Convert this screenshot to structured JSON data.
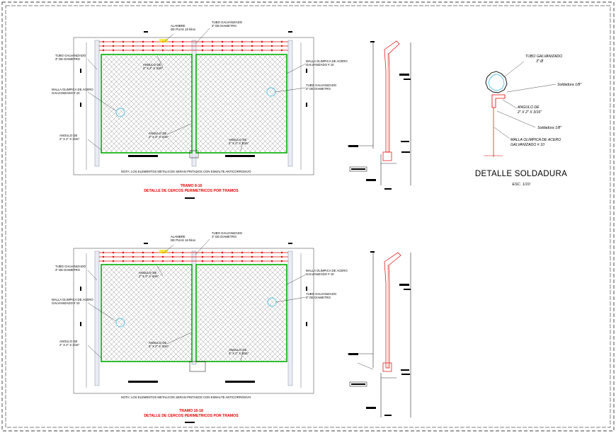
{
  "drawing": {
    "notes": {
      "note_top": "NOTA: LOS ELEMENTOS METALICOS SERAN PINTADOS CON ESMALTE ANTICORROSIVO",
      "note_bottom": "NOTA: LOS ELEMENTOS METALICOS SERAN PINTADOS CON ESMALTE ANTICORROSIVO"
    },
    "section_top": {
      "title_line1": "TRAMO 8-16",
      "title_line2": "DETALLE DE CERCOS PERIMETRICOS POR TRAMOS"
    },
    "section_bottom": {
      "title_line1": "TRAMO 16-18",
      "title_line2": "DETALLE DE CERCOS PERIMETRICOS POR TRAMOS"
    },
    "fence_labels": {
      "alambre": [
        "ALAMBRE",
        "DE PUAS 16 hilos"
      ],
      "tubo_center": [
        "TUBO GALVANIZADO",
        "3\" DE DIAMETRO"
      ],
      "tubo_left": [
        "TUBO GALVANIZADO",
        "3\" DE DIAMETRO"
      ],
      "malla_left": [
        "MALLA OLIMPICA DE ACERO",
        "GALVANIZADO # 10"
      ],
      "angulo_left": [
        "ANGULO DE",
        "2\" X 2\" X 3/16\""
      ],
      "angulo_top": [
        "ANGULO DE",
        "2\" X 2\" X 3/16\""
      ],
      "angulo_mid": [
        "ANGULO DE",
        "2\" X 2\" X 3/16\""
      ],
      "angulo_bottom": [
        "ANGULO DE",
        "2\" X 2\" X 3/16\""
      ],
      "malla_right": [
        "MALLA OLIMPICA DE ACERO",
        "GALVANIZADO # 10"
      ],
      "tubo_right": [
        "TUBO GALVANIZADO",
        "3\" DE DIAMETRO"
      ]
    },
    "detail": {
      "tubo_label": "TUBO GALVANIZADO",
      "tubo_sub": "3\" Ø",
      "soldadura_1": "Soldadura 1/8\"",
      "angulo_label": "ANGULO DE",
      "angulo_sub": "2\" X 2\" X 3/16\"",
      "soldadura_2": "Soldadura 1/8\"",
      "malla_label": "MALLA OLIMPICA DE ACERO",
      "malla_sub": "GALVANIZADO # 10",
      "title": "DETALLE SOLDADURA",
      "scale": "ESC. 1/10"
    },
    "colors": {
      "frame": "#00b000",
      "barbed_wire": "#e60000",
      "mesh": "#8c8c8c",
      "post": "#9aa3b5",
      "marker": "#4fc3e8",
      "title_red": "#e60000",
      "highlight": "#f2e600"
    }
  }
}
